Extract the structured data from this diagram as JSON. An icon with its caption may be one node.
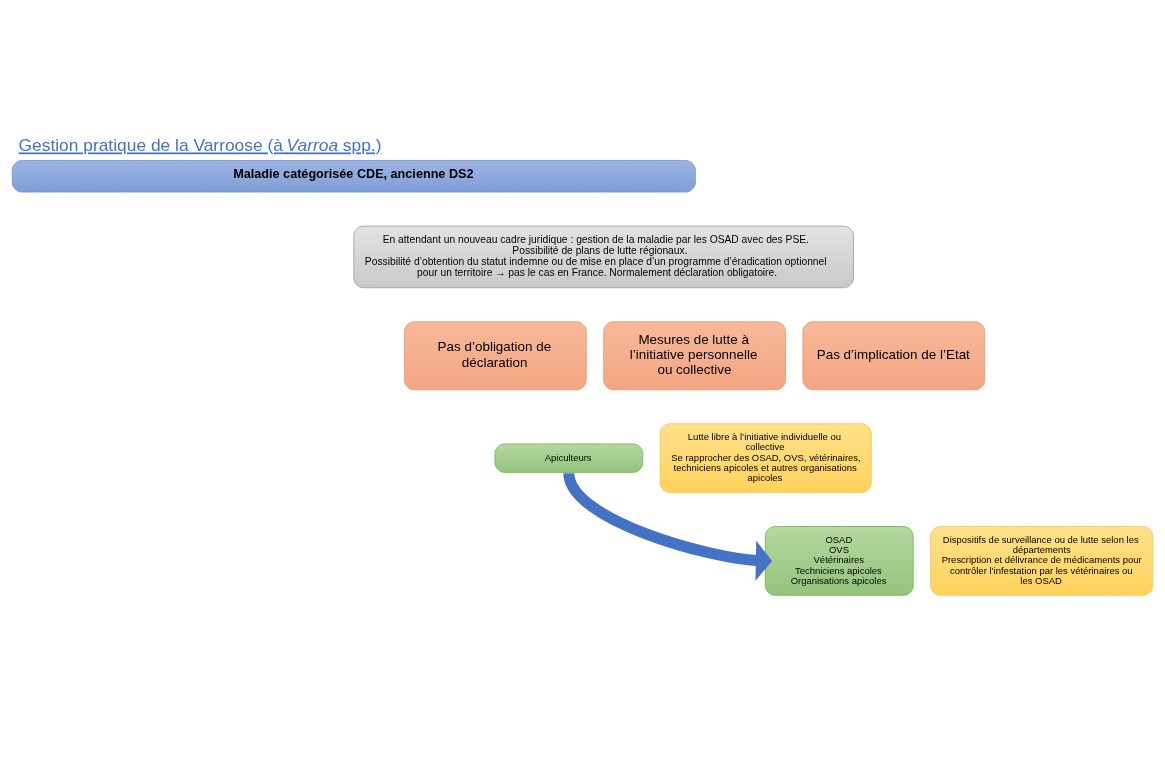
{
  "diagram": {
    "title": "Gestion pratique de la Varroose (à *Varroa* spp.)",
    "nodes": [
      {
        "text": [
          "Maladie catégorisée CDE, ancienne DS2"
        ]
      },
      {
        "text": [
          "En attendant un nouveau cadre juridique : gestion de la maladie par les OSAD avec des PSE. Possibilité de plans de lutte régionaux.",
          "Possibilité d’obtention du statut indemne ou de mise en place d’un programme d’éradication optionnel pour un territoire → pas le cas en France. Normalement déclaration obligatoire."
        ]
      },
      {
        "text": [
          "Pas d’obligation de déclaration"
        ]
      },
      {
        "text": [
          "Mesures de lutte à l’initiative personnelle ou collective"
        ]
      },
      {
        "text": [
          "Pas d’implication de l’Etat"
        ]
      },
      {
        "text": [
          "Apiculteurs"
        ]
      },
      {
        "text": [
          "Lutte libre à l’initiative individuelle ou collective",
          "Se rapprocher des OSAD, OVS, vétérinaires, techniciens apicoles et autres organisations apicoles"
        ]
      },
      {
        "text": [
          "OSAD",
          "OVS",
          "Vétérinaires",
          "Techniciens apicoles",
          "Organisations apicoles"
        ]
      },
      {
        "text": [
          "Dispositifs de surveillance ou de lutte selon les départements",
          "Prescription et délivrance de médicaments pour contrôler l’infestation par les vétérinaires ou les OSAD"
        ]
      }
    ],
    "edges": [
      {
        "from": 5,
        "to": 7,
        "arrow": "to",
        "color": "#4472c4"
      }
    ]
  }
}
